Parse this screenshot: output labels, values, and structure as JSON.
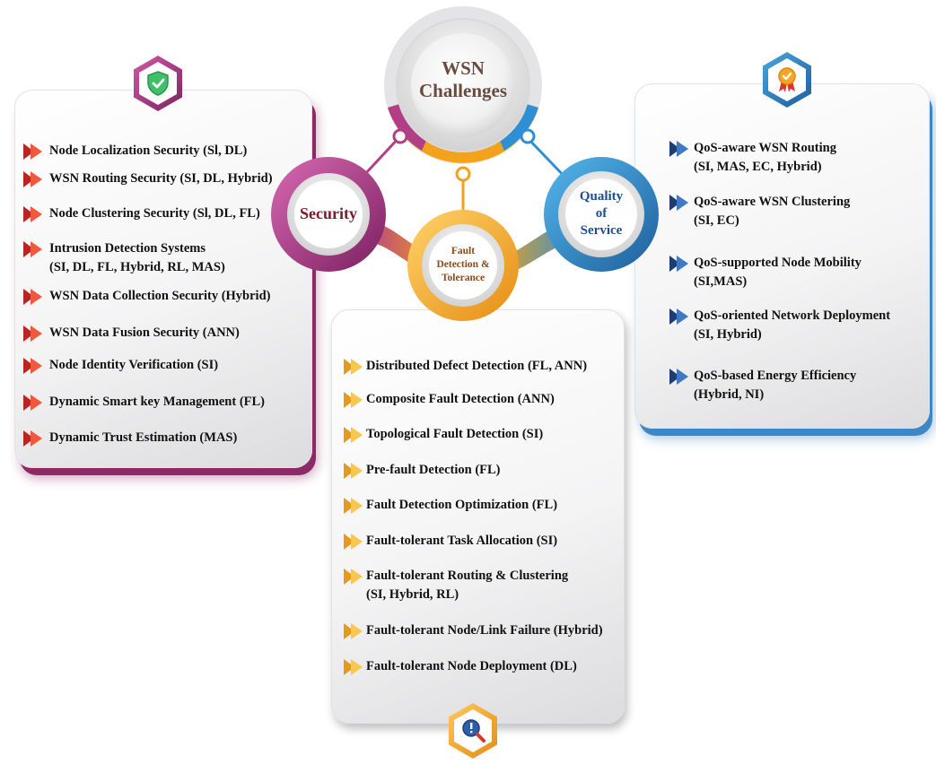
{
  "center": {
    "title_line1": "WSN",
    "title_line2": "Challenges"
  },
  "security": {
    "label": "Security",
    "items": [
      [
        "Node Localization Security (Sl, DL)"
      ],
      [
        "WSN Routing Security (SI, DL, Hybrid)"
      ],
      [
        "Node Clustering Security (Sl, DL, FL)"
      ],
      [
        "Intrusion Detection Systems",
        "(SI, DL, FL, Hybrid, RL, MAS)"
      ],
      [
        "WSN Data Collection Security (Hybrid)"
      ],
      [
        "WSN Data Fusion Security (ANN)"
      ],
      [
        "Node Identity Verification (SI)"
      ],
      [
        "Dynamic Smart key Management (FL)"
      ],
      [
        "Dynamic Trust Estimation (MAS)"
      ]
    ]
  },
  "qos": {
    "label_line1": "Quality",
    "label_line2": "of",
    "label_line3": "Service",
    "items": [
      [
        "QoS-aware WSN Routing",
        "(SI, MAS, EC, Hybrid)"
      ],
      [
        "QoS-aware WSN Clustering",
        "(SI, EC)"
      ],
      [
        "QoS-supported Node Mobility",
        "(SI,MAS)"
      ],
      [
        "QoS-oriented Network Deployment",
        "(SI, Hybrid)"
      ],
      [
        "QoS-based Energy Efficiency",
        "(Hybrid, NI)"
      ]
    ]
  },
  "fault": {
    "label_line1": "Fault",
    "label_line2": "Detection &",
    "label_line3": "Tolerance",
    "items": [
      [
        "Distributed Defect Detection (FL, ANN)"
      ],
      [
        "Composite Fault Detection (ANN)"
      ],
      [
        "Topological Fault Detection (SI)"
      ],
      [
        "Pre-fault Detection (FL)"
      ],
      [
        "Fault Detection Optimization (FL)"
      ],
      [
        "Fault-tolerant Task Allocation (SI)"
      ],
      [
        "Fault-tolerant Routing & Clustering",
        "(SI, Hybrid, RL)"
      ],
      [
        "Fault-tolerant Node/Link Failure (Hybrid)"
      ],
      [
        "Fault-tolerant Node Deployment (DL)"
      ]
    ]
  },
  "colors": {
    "security": "#8c2a68",
    "qos": "#2f7fc4",
    "fault": "#f2a71b",
    "center_text": "#6b4a3e",
    "security_text": "#7a1a2a",
    "fault_text": "#8a4a1a"
  },
  "icons": {
    "security": "shield-check-icon",
    "qos": "award-ribbon-icon",
    "fault": "magnifier-alert-icon"
  }
}
